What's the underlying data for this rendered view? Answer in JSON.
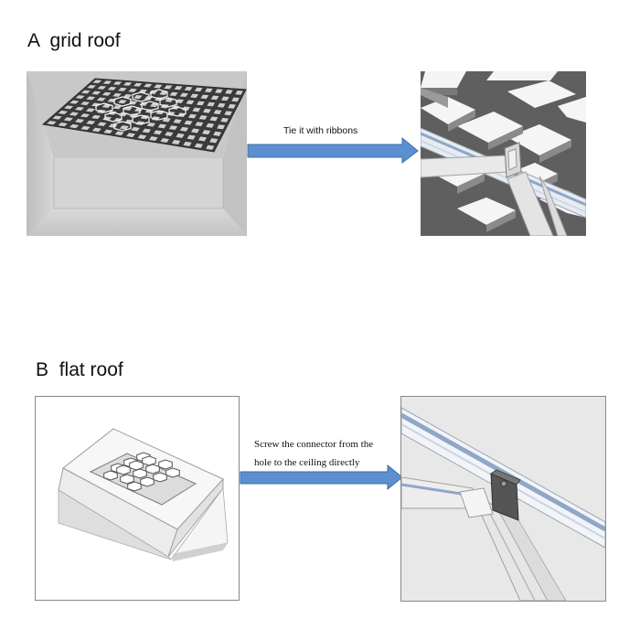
{
  "sections": [
    {
      "letter": "A",
      "title": "grid roof",
      "instruction": "Tie it with ribbons"
    },
    {
      "letter": "B",
      "title": "flat roof",
      "instruction_lines": [
        "Screw the connector from the",
        "hole to the ceiling directly"
      ]
    }
  ],
  "colors": {
    "arrow_fill": "#5b8fcf",
    "arrow_stroke": "#3d6ea8",
    "grid_dark": "#3a3a3a",
    "room_gray": "#c9c9c9",
    "frame_blue": "#8ea6c8",
    "bracket": "#555555"
  }
}
